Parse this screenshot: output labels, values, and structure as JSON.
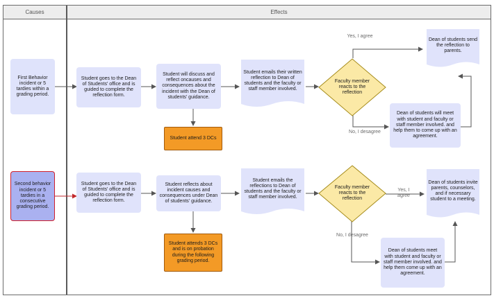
{
  "header": {
    "causes": "Causes",
    "effects": "Effects"
  },
  "row1": {
    "cause": "First Behavior incident or 5 tardies within a grading period.",
    "step1": "Student goes to the Dean of Students' office and is guided to complete the reflection form.",
    "step2": "Student  will discuss  and reflect oncauses and consequences about the incident  with the Dean of students'  guidance.",
    "consequence": "Student attend 3 DCs",
    "email": "Student emails  their written reflection  to Dean of students and the faculty or staff member involved.",
    "decision": "Faculty member reacts to the reflection",
    "yes_label": "Yes, I agree",
    "no_label": "No, I desagree",
    "yes_result": "Dean of students send the reflection to parents.",
    "no_result": "Dean of students will meet with student and faculty or staff member involved. and help them to come up with an agreement."
  },
  "row2": {
    "cause": "Second behavior incident or 5 tardies in a consecutive grading period.",
    "step1": "Student goes to the Dean of Students' office and is guided to complete the reflection form.",
    "step2": "Student reflects about incident causes and consequences under Dean of students' guidance.",
    "consequence": "Student attends 3 DCs and is on probation during the following grading period.",
    "email": "Student emails  the reflections to Dean of students and the faculty or staff member involved.",
    "decision": "Faculty member reacts to the reflection",
    "yes_label": "Yes, I agree",
    "no_label": "No, I desagree",
    "yes_result": "Dean of students invite parents, counselors, and if necessary student to a meeting.",
    "no_result": "Dean of students meet with student and faculty or staff member involved. and help them come up with an agreement."
  },
  "colors": {
    "box_fill": "#e0e3fb",
    "highlight_cause": "#aab1f0",
    "highlight_border": "#d11e2a",
    "consequence_fill": "#f39a26",
    "decision_fill": "#fbe9a6",
    "decision_border": "#a58b1a",
    "connector": "#555555",
    "red_connector": "#c2282c"
  }
}
